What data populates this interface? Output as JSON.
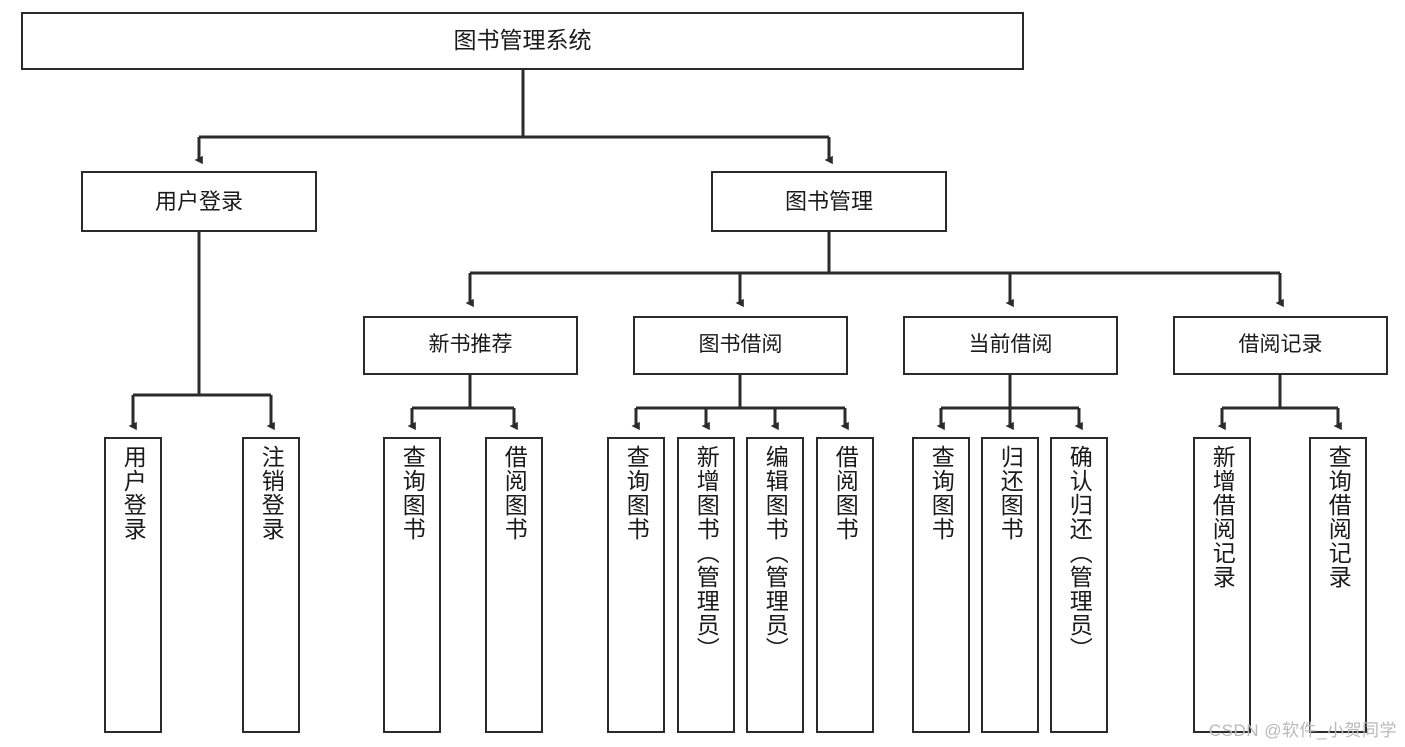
{
  "diagram": {
    "title": "图书管理系统",
    "type": "tree-hierarchy",
    "watermark": "CSDN @软件_小贺同学",
    "colors": {
      "border": "#2b2b2b",
      "background": "#ffffff",
      "text": "#1a1a1a",
      "watermark": "#b9b9b9"
    },
    "root": {
      "label": "图书管理系统"
    },
    "level2": [
      {
        "label": "用户登录"
      },
      {
        "label": "图书管理"
      }
    ],
    "level3": [
      {
        "label": "新书推荐"
      },
      {
        "label": "图书借阅"
      },
      {
        "label": "当前借阅"
      },
      {
        "label": "借阅记录"
      }
    ],
    "leaves": {
      "user_login": [
        {
          "label": "用户登录"
        },
        {
          "label": "注销登录"
        }
      ],
      "new_book_recommend": [
        {
          "label": "查询图书"
        },
        {
          "label": "借阅图书"
        }
      ],
      "book_borrow": [
        {
          "label": "查询图书"
        },
        {
          "label": "新增图书（管理员）"
        },
        {
          "label": "编辑图书（管理员）"
        },
        {
          "label": "借阅图书"
        }
      ],
      "current_borrow": [
        {
          "label": "查询图书"
        },
        {
          "label": "归还图书"
        },
        {
          "label": "确认归还（管理员）"
        }
      ],
      "borrow_record": [
        {
          "label": "新增借阅记录"
        },
        {
          "label": "查询借阅记录"
        }
      ]
    }
  }
}
